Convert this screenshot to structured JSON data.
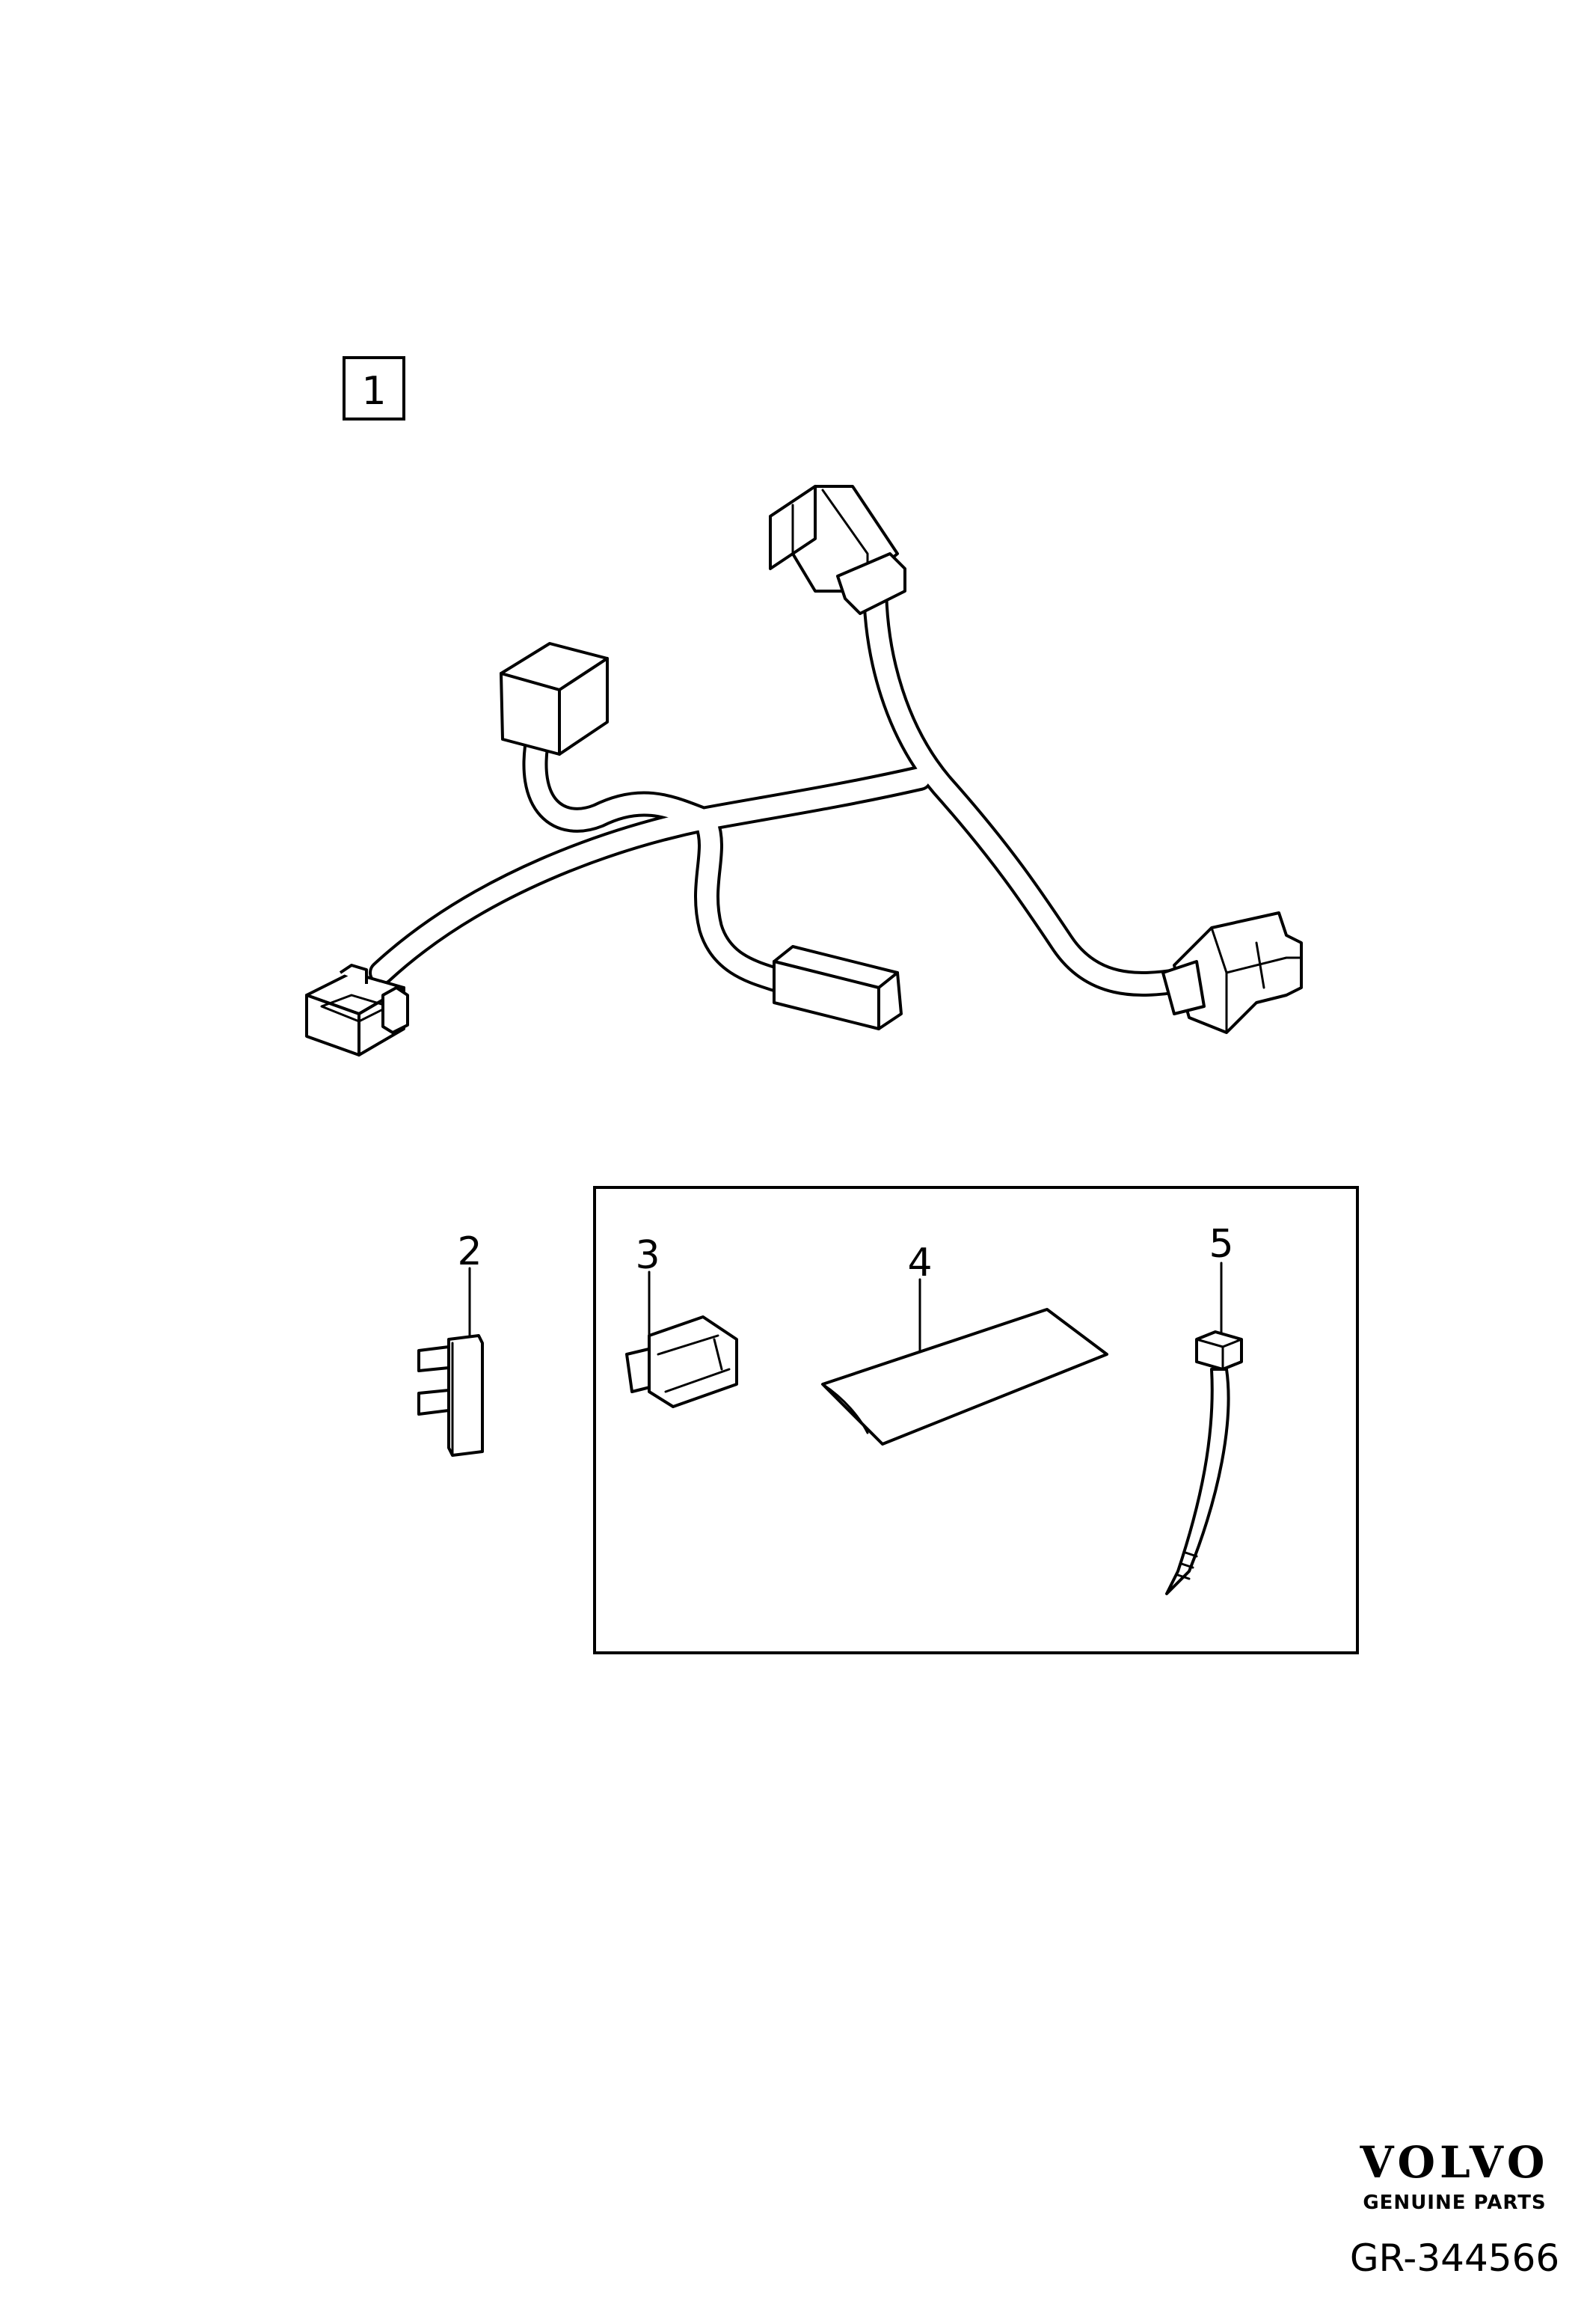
{
  "callouts": {
    "harness": "1",
    "fuse": "2",
    "clip": "3",
    "tape": "4",
    "cable_tie": "5"
  },
  "branding": {
    "logo": "VOLVO",
    "tagline": "GENUINE PARTS",
    "figure_code": "GR-344566"
  }
}
